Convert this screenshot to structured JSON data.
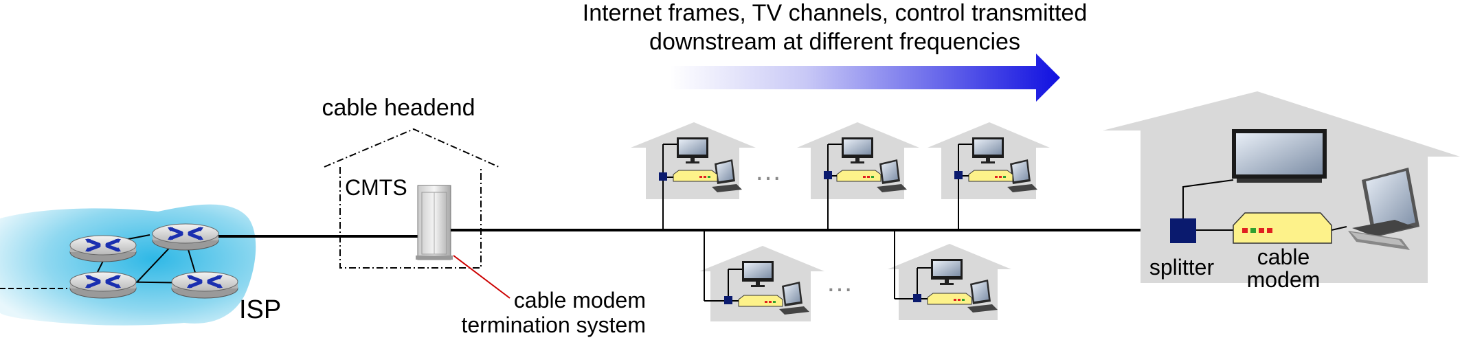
{
  "title": {
    "line1": "Internet frames, TV channels, control  transmitted",
    "line2": "downstream at different frequencies"
  },
  "headend": {
    "label": "cable headend",
    "device_label": "CMTS"
  },
  "cmts_callout": {
    "line1": "cable modem",
    "line2": "termination system"
  },
  "isp": {
    "label": "ISP"
  },
  "ellipsis": {
    "upper": "…",
    "lower": "…"
  },
  "home": {
    "splitter_label": "splitter",
    "modem_line1": "cable",
    "modem_line2": "modem"
  },
  "colors": {
    "arrow": "#1010e0",
    "isp_cloud": "#7fd6ef",
    "house": "#d9d9d9",
    "modem": "#fdf28a",
    "splitter": "#0a1a6e",
    "callout_line": "#cc0000"
  }
}
